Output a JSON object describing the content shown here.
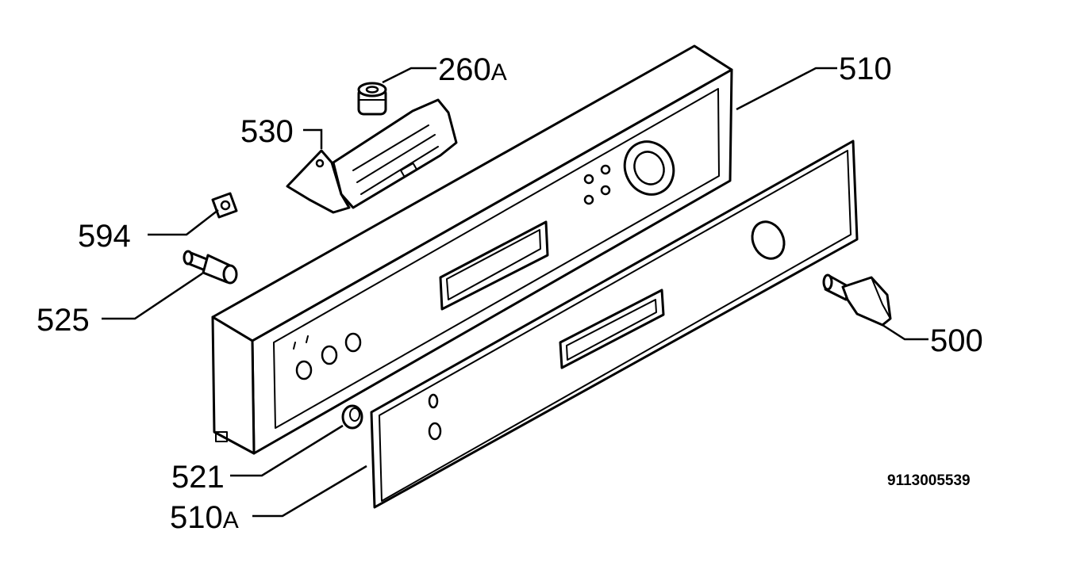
{
  "diagram": {
    "document_number": "9113005539",
    "callouts": [
      {
        "id": "260a",
        "number": "260",
        "suffix": "A"
      },
      {
        "id": "510",
        "number": "510",
        "suffix": ""
      },
      {
        "id": "530",
        "number": "530",
        "suffix": ""
      },
      {
        "id": "594",
        "number": "594",
        "suffix": ""
      },
      {
        "id": "525",
        "number": "525",
        "suffix": ""
      },
      {
        "id": "500",
        "number": "500",
        "suffix": ""
      },
      {
        "id": "521",
        "number": "521",
        "suffix": ""
      },
      {
        "id": "510a",
        "number": "510",
        "suffix": "A"
      }
    ],
    "colors": {
      "line": "#000000",
      "background": "#ffffff"
    }
  }
}
